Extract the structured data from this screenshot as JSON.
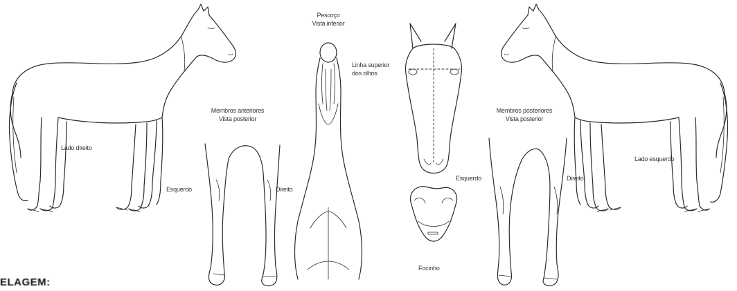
{
  "labels": {
    "neck": [
      "Pescoço",
      "Vista inferior"
    ],
    "forelimbs": [
      "Membros anteriores",
      "Vista posterior"
    ],
    "hindlimbs": [
      "Membros posteriores",
      "Vista posterior"
    ],
    "eye_line": [
      "Linha superior",
      "dos olhos"
    ],
    "right_side": "Lado direito",
    "left_side": "Lado esquerdo",
    "fore_left": "Esquerdo",
    "fore_right": "Direito",
    "hind_left": "Esquerdo",
    "hind_right": "Direito",
    "muzzle": "Focinho"
  },
  "section_heading": "ELAGEM:"
}
